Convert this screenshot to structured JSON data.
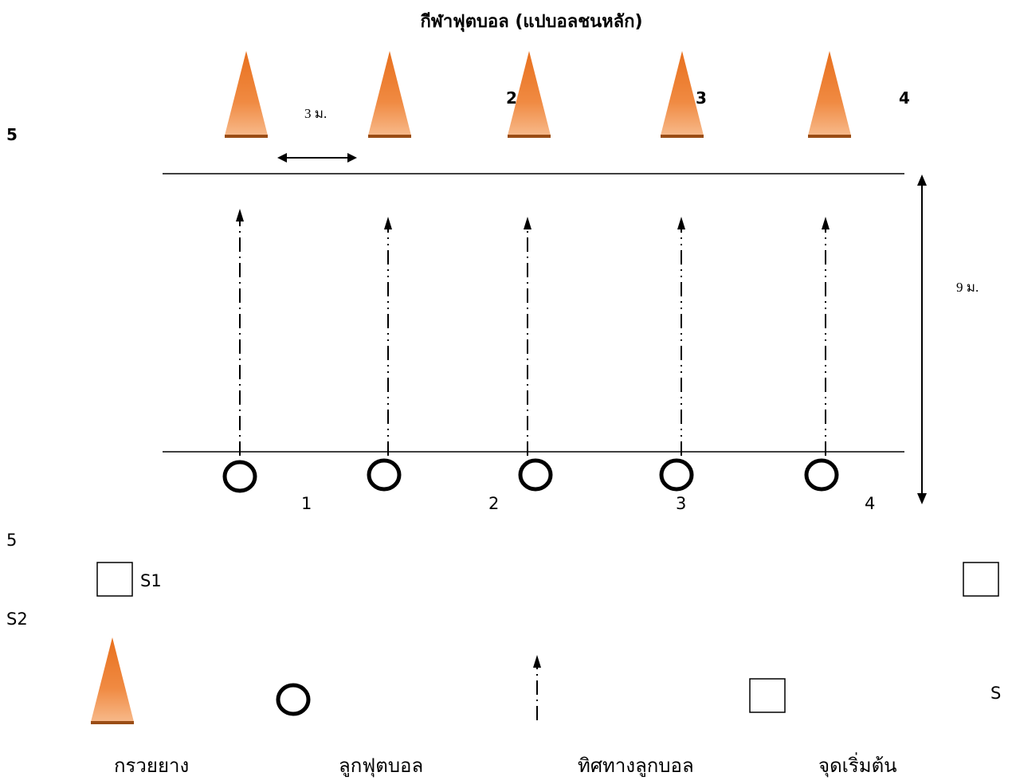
{
  "title": "กีฬาฟุตบอล (แปบอลชนหลัก)",
  "distances": {
    "cone_spacing": "3 ม.",
    "field_length": "9 ม."
  },
  "cone_row_labels": [
    "2",
    "3",
    "4",
    "5"
  ],
  "ball_row_labels": [
    "1",
    "2",
    "3",
    "4",
    "5"
  ],
  "start_points": {
    "s1": "S1",
    "s2": "S2"
  },
  "legend": {
    "cone": "กรวยยาง",
    "ball": "ลูกฟุตบอล",
    "direction": "ทิศทางลูกบอล",
    "start": "จุดเริ่มต้น",
    "start_symbol": "S"
  },
  "colors": {
    "cone_top": "#ee7f2e",
    "cone_bottom": "#f7b98a",
    "cone_base": "#9a4d16",
    "line": "#000000"
  }
}
